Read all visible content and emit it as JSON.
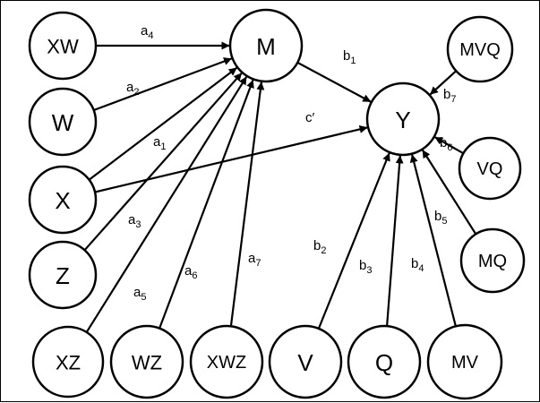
{
  "diagram": {
    "nodes": [
      {
        "id": "XW",
        "label": "XW"
      },
      {
        "id": "M",
        "label": "M"
      },
      {
        "id": "MVQ",
        "label": "MVQ"
      },
      {
        "id": "W",
        "label": "W"
      },
      {
        "id": "Y",
        "label": "Y"
      },
      {
        "id": "X",
        "label": "X"
      },
      {
        "id": "VQ",
        "label": "VQ"
      },
      {
        "id": "Z",
        "label": "Z"
      },
      {
        "id": "MQ",
        "label": "MQ"
      },
      {
        "id": "XZ",
        "label": "XZ"
      },
      {
        "id": "WZ",
        "label": "WZ"
      },
      {
        "id": "XWZ",
        "label": "XWZ"
      },
      {
        "id": "V",
        "label": "V"
      },
      {
        "id": "Q",
        "label": "Q"
      },
      {
        "id": "MV",
        "label": "MV"
      }
    ],
    "edges": [
      {
        "from": "XW",
        "to": "M",
        "label": {
          "base": "a",
          "sub": "4"
        }
      },
      {
        "from": "W",
        "to": "M",
        "label": {
          "base": "a",
          "sub": "2"
        }
      },
      {
        "from": "X",
        "to": "M",
        "label": {
          "base": "a",
          "sub": "1"
        }
      },
      {
        "from": "Z",
        "to": "M",
        "label": {
          "base": "a",
          "sub": "3"
        }
      },
      {
        "from": "XZ",
        "to": "M",
        "label": {
          "base": "a",
          "sub": "5"
        }
      },
      {
        "from": "WZ",
        "to": "M",
        "label": {
          "base": "a",
          "sub": "6"
        }
      },
      {
        "from": "XWZ",
        "to": "M",
        "label": {
          "base": "a",
          "sub": "7"
        }
      },
      {
        "from": "M",
        "to": "Y",
        "label": {
          "base": "b",
          "sub": "1"
        }
      },
      {
        "from": "X",
        "to": "Y",
        "label": {
          "base": "c′",
          "sub": ""
        }
      },
      {
        "from": "V",
        "to": "Y",
        "label": {
          "base": "b",
          "sub": "2"
        }
      },
      {
        "from": "Q",
        "to": "Y",
        "label": {
          "base": "b",
          "sub": "3"
        }
      },
      {
        "from": "MV",
        "to": "Y",
        "label": {
          "base": "b",
          "sub": "4"
        }
      },
      {
        "from": "MQ",
        "to": "Y",
        "label": {
          "base": "b",
          "sub": "5"
        }
      },
      {
        "from": "VQ",
        "to": "Y",
        "label": {
          "base": "b",
          "sub": "6"
        }
      },
      {
        "from": "MVQ",
        "to": "Y",
        "label": {
          "base": "b",
          "sub": "7"
        }
      }
    ]
  }
}
